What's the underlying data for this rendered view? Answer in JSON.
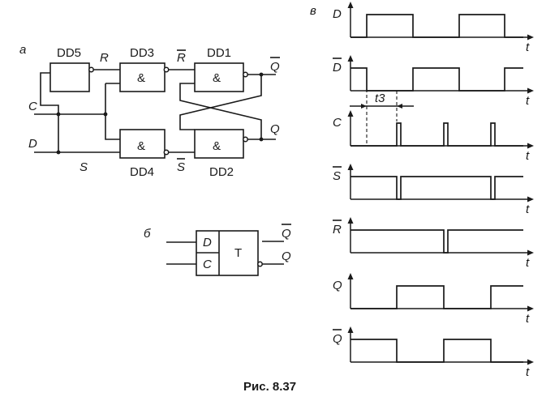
{
  "panels": {
    "a": "а",
    "b": "б",
    "v": "в"
  },
  "circuit": {
    "gates": {
      "dd5": "DD5",
      "dd3": "DD3",
      "dd1": "DD1",
      "dd4": "DD4",
      "dd2": "DD2",
      "amp": "&"
    },
    "signals": {
      "r": "R",
      "r_bar": "R",
      "q_bar": "Q",
      "q": "Q",
      "c": "C",
      "d": "D",
      "s": "S",
      "s_bar": "S"
    }
  },
  "trigger": {
    "inputs": {
      "d": "D",
      "c": "C"
    },
    "type_label": "T",
    "outputs": {
      "q_bar": "Q",
      "q": "Q"
    }
  },
  "timing": {
    "time_label": "t",
    "interval_label": "t3",
    "rows": [
      {
        "label": "D",
        "overbar": false,
        "initial": 0,
        "edges": [
          20,
          77,
          134,
          190
        ]
      },
      {
        "label": "D",
        "overbar": true,
        "initial": 1,
        "edges": [
          20,
          77,
          134,
          190
        ]
      },
      {
        "label": "C",
        "overbar": false,
        "initial": 0,
        "edges": [
          57,
          62,
          115,
          120,
          173,
          178
        ]
      },
      {
        "label": "S",
        "overbar": true,
        "initial": 1,
        "edges": [
          57,
          62,
          173,
          178
        ]
      },
      {
        "label": "R",
        "overbar": true,
        "initial": 1,
        "edges": [
          115,
          120
        ]
      },
      {
        "label": "Q",
        "overbar": false,
        "initial": 0,
        "edges": [
          57,
          115,
          173
        ]
      },
      {
        "label": "Q",
        "overbar": true,
        "initial": 1,
        "edges": [
          57,
          115,
          173
        ]
      }
    ]
  },
  "caption": "Рис. 8.37"
}
